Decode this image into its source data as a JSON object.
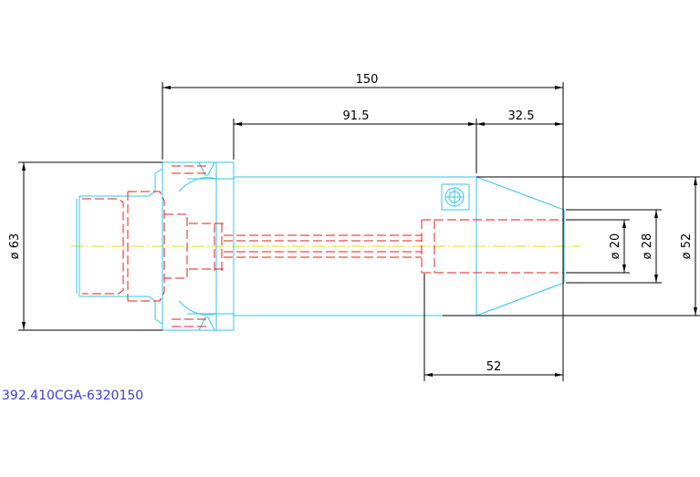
{
  "part_number": "392.410CGA-6320150",
  "colors": {
    "outline": "#33c6e8",
    "hidden": "#e02020",
    "centerline": "#e8e000",
    "dimension": "#000000",
    "label": "#3c3cd6"
  },
  "dimensions": {
    "overall_length": "150",
    "length_to_face": "91.5",
    "nose_length": "32.5",
    "bore_depth": "52",
    "flange_diameter": "ø 63",
    "clamp_diameter": "ø 20",
    "bore_diameter": "ø 28",
    "body_diameter": "ø 52"
  }
}
